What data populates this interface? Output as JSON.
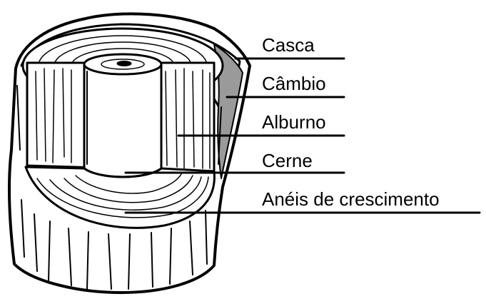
{
  "labels": {
    "casca": "Casca",
    "cambio": "Câmbio",
    "alburno": "Alburno",
    "cerne": "Cerne",
    "aneis": "Anéis de crescimento"
  },
  "colors": {
    "ink": "#000000",
    "paper": "#ffffff",
    "cambium_shade": "#9a9a9a"
  }
}
